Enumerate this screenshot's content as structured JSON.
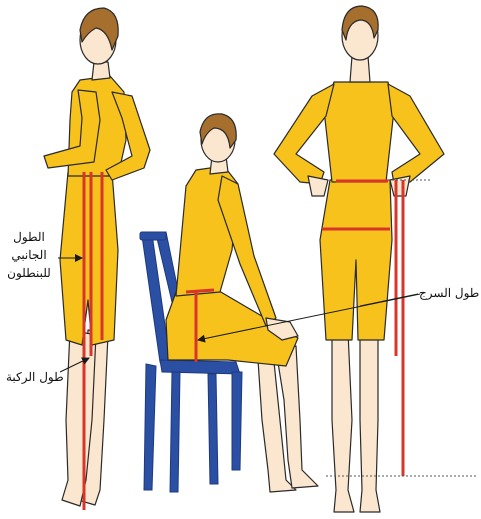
{
  "labels": {
    "side_length_line1": "الطول",
    "side_length_line2": "الجانبي",
    "side_length_line3": "للبنطلون",
    "knee_length": "طول الركبة",
    "crotch_length": "طول السرج"
  },
  "colors": {
    "garment": "#F6C21B",
    "garment_outline": "#2a2a2a",
    "skin": "#FBE6CF",
    "hair": "#A66F2E",
    "measure_line": "#D9352A",
    "chair": "#2A4FA3",
    "arrow": "#1a1a1a"
  }
}
